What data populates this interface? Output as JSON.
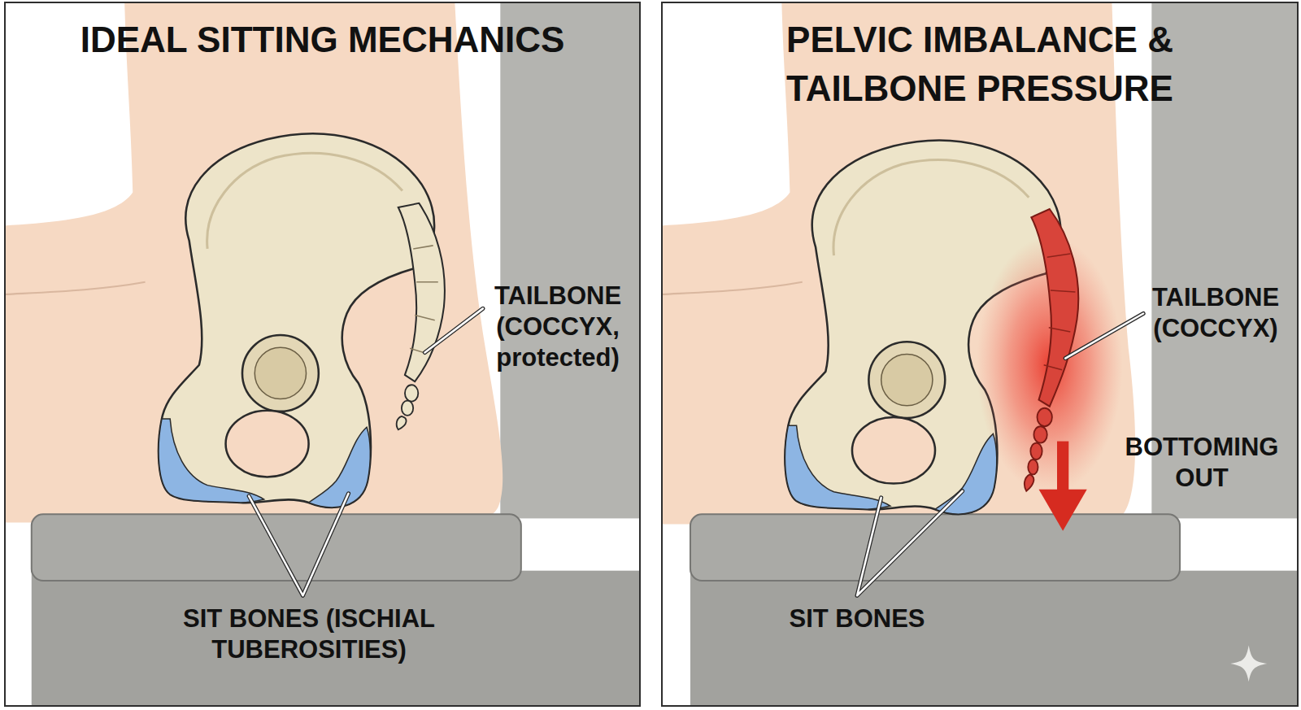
{
  "diagram": {
    "nodes": [
      {
        "text": [
          "IDEAL SITTING MECHANICS"
        ]
      },
      {
        "text": [
          "PELVIC IMBALANCE & TAILBONE PRESSURE"
        ]
      }
    ],
    "labels": [
      "TAILBONE (COCCYX, protected)",
      "SIT BONES (ISCHIAL TUBEROSITIES)",
      "TAILBONE (COCCYX)",
      "BOTTOMING OUT",
      "SIT BONES"
    ]
  }
}
